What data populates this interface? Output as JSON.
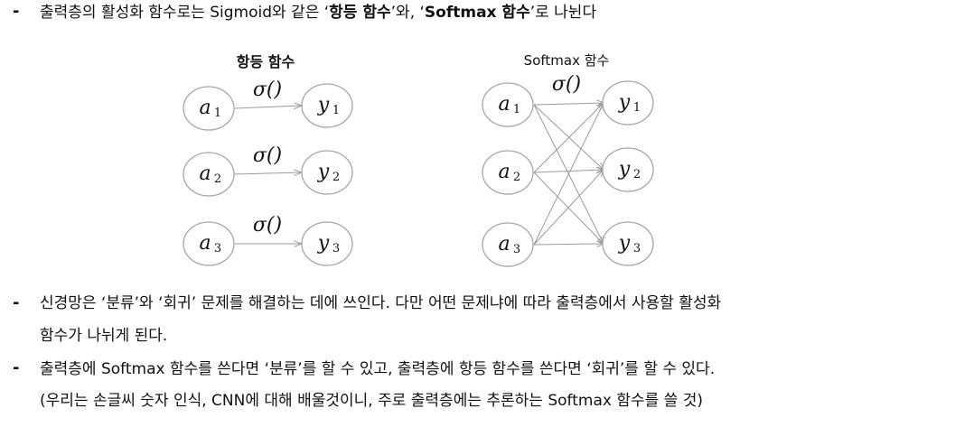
{
  "bullets": [
    {
      "lines": [
        {
          "segments": [
            {
              "text": "출력층의 활성화 함수로는 Sigmoid와 같은 ‘",
              "bold": false
            },
            {
              "text": "항등 함수",
              "bold": true
            },
            {
              "text": "’와, ‘",
              "bold": false
            },
            {
              "text": "Softmax 함수",
              "bold": true
            },
            {
              "text": "’로 나뉜다",
              "bold": false
            }
          ]
        }
      ]
    },
    {
      "lines": [
        {
          "segments": [
            {
              "text": "신경망은 ‘분류’와 ‘회귀’ 문제를 해결하는 데에 쓰인다. 다만 어떤 문제냐에 따라 출력층에서 사용할 활성화",
              "bold": false
            }
          ]
        },
        {
          "segments": [
            {
              "text": "함수가 나뉘게 된다.",
              "bold": false
            }
          ]
        }
      ]
    },
    {
      "lines": [
        {
          "segments": [
            {
              "text": "출력층에 Softmax 함수를 쓴다면 ‘분류’를 할 수 있고, 출력층에 항등 함수를 쓴다면 ‘회귀’를 할 수 있다.",
              "bold": false
            }
          ]
        },
        {
          "segments": [
            {
              "text": "(우리는 손글씨 숫자 인식, CNN에 대해 배울것이니, 주로 출력층에는 추론하는 Softmax 함수를 쓸 것)",
              "bold": false
            }
          ]
        }
      ]
    }
  ],
  "bullet_marker": "-",
  "diagrams": {
    "identity": {
      "title": "항등 함수",
      "function_label": "σ()",
      "inputs": [
        {
          "base": "a",
          "sub": "1"
        },
        {
          "base": "a",
          "sub": "2"
        },
        {
          "base": "a",
          "sub": "3"
        }
      ],
      "outputs": [
        {
          "base": "y",
          "sub": "1"
        },
        {
          "base": "y",
          "sub": "2"
        },
        {
          "base": "y",
          "sub": "3"
        }
      ]
    },
    "softmax": {
      "title": "Softmax 함수",
      "function_label": "σ()",
      "inputs": [
        {
          "base": "a",
          "sub": "1"
        },
        {
          "base": "a",
          "sub": "2"
        },
        {
          "base": "a",
          "sub": "3"
        }
      ],
      "outputs": [
        {
          "base": "y",
          "sub": "1"
        },
        {
          "base": "y",
          "sub": "2"
        },
        {
          "base": "y",
          "sub": "3"
        }
      ]
    }
  },
  "colors": {
    "node_stroke": "#a6a6a6",
    "arrow": "#9a9a9a",
    "text": "#111111"
  }
}
